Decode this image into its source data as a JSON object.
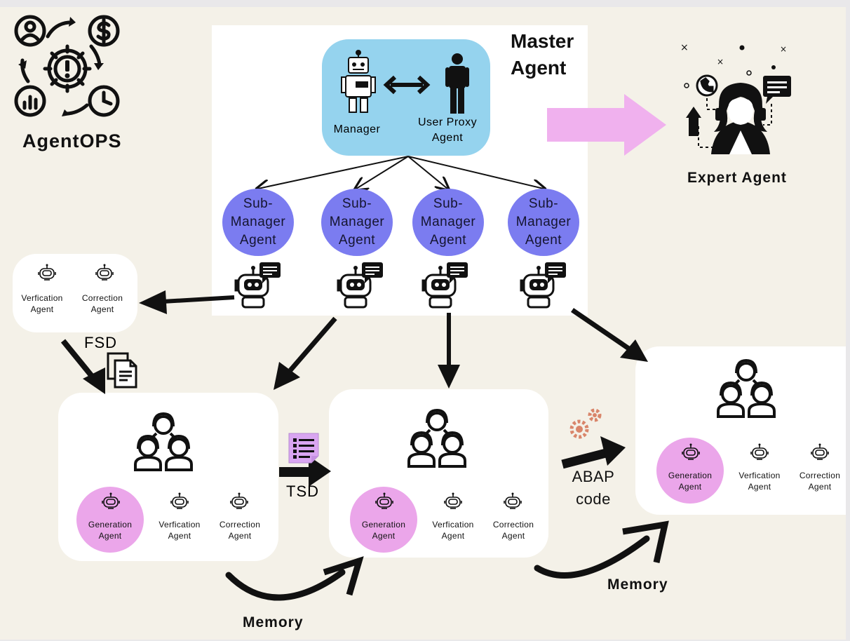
{
  "agentops": {
    "title": "AgentOPS"
  },
  "master": {
    "title_line1": "Master",
    "title_line2": "Agent",
    "manager_label": "Manager",
    "proxy_line1": "User Proxy",
    "proxy_line2": "Agent"
  },
  "sub_managers": [
    {
      "line1": "Sub-",
      "line2": "Manager",
      "line3": "Agent"
    },
    {
      "line1": "Sub-",
      "line2": "Manager",
      "line3": "Agent"
    },
    {
      "line1": "Sub-",
      "line2": "Manager",
      "line3": "Agent"
    },
    {
      "line1": "Sub-",
      "line2": "Manager",
      "line3": "Agent"
    }
  ],
  "expert": {
    "label": "Expert Agent"
  },
  "top_left_card": {
    "verification": {
      "line1": "Verfication",
      "line2": "Agent"
    },
    "correction": {
      "line1": "Correction",
      "line2": "Agent"
    }
  },
  "cards": [
    {
      "generation": {
        "line1": "Generation",
        "line2": "Agent"
      },
      "verification": {
        "line1": "Verfication",
        "line2": "Agent"
      },
      "correction": {
        "line1": "Correction",
        "line2": "Agent"
      }
    },
    {
      "generation": {
        "line1": "Generation",
        "line2": "Agent"
      },
      "verification": {
        "line1": "Verfication",
        "line2": "Agent"
      },
      "correction": {
        "line1": "Correction",
        "line2": "Agent"
      }
    },
    {
      "generation": {
        "line1": "Generation",
        "line2": "Agent"
      },
      "verification": {
        "line1": "Verfication",
        "line2": "Agent"
      },
      "correction": {
        "line1": "Correction",
        "line2": "Agent"
      }
    }
  ],
  "flow_labels": {
    "fsd": "FSD",
    "tsd": "TSD",
    "abap_line1": "ABAP",
    "abap_line2": "code",
    "memory_left": "Memory",
    "memory_right": "Memory"
  },
  "colors": {
    "canvas": "#f4f1e8",
    "master_box": "#95d3ee",
    "sub_manager": "#7b7cf0",
    "generation": "#eba6ea",
    "pink_arrow": "#f0b1ee",
    "gear": "#d9856a"
  },
  "icons": [
    "agentops-cycle-icon",
    "robot-icon",
    "person-icon",
    "double-arrow-icon",
    "chatbot-icon",
    "headset-operator-icon",
    "team-icon",
    "document-icon",
    "list-document-icon",
    "gears-icon",
    "small-robot-icon"
  ]
}
